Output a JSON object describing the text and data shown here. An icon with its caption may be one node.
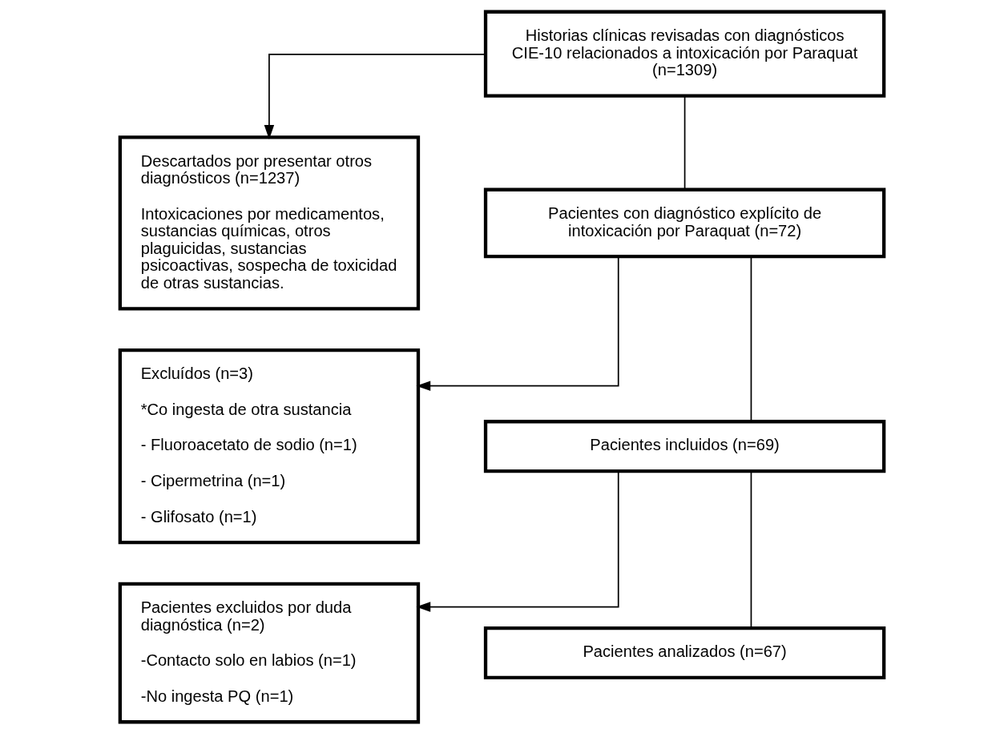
{
  "diagram": {
    "nodes": [
      {
        "text": [
          "Historias clínicas revisadas con diagnósticos CIE-10 relacionados a intoxicación por Paraquat",
          "(n=1309)"
        ]
      },
      {
        "text": [
          "Descartados por presentar otros diagnósticos (n=1237)",
          "Intoxicaciones por medicamentos, sustancias químicas, otros plaguicidas, sustancias psicoactivas, sospecha de toxicidad de otras sustancias."
        ]
      },
      {
        "text": [
          "Pacientes con diagnóstico explícito de intoxicación por Paraquat (n=72)"
        ]
      },
      {
        "text": [
          "Excluídos (n=3)",
          "*Co ingesta de otra sustancia",
          "- Fluoroacetato de sodio (n=1)",
          "- Cipermetrina (n=1)",
          "- Glifosato (n=1)"
        ]
      },
      {
        "text": [
          "Pacientes incluidos (n=69)"
        ]
      },
      {
        "text": [
          "Pacientes excluidos por duda diagnóstica (n=2)",
          "-Contacto solo en labios (n=1)",
          "-No ingesta PQ (n=1)"
        ]
      },
      {
        "text": [
          "Pacientes analizados (n=67)"
        ]
      }
    ],
    "edges": [
      {
        "from": 0,
        "to": 2,
        "arrow": "none"
      },
      {
        "from": 0,
        "to": 1,
        "arrow": "to"
      },
      {
        "from": 2,
        "to": 4,
        "arrow": "none"
      },
      {
        "from": 2,
        "to": 3,
        "arrow": "to"
      },
      {
        "from": 4,
        "to": 6,
        "arrow": "none"
      },
      {
        "from": 4,
        "to": 5,
        "arrow": "to"
      }
    ]
  }
}
